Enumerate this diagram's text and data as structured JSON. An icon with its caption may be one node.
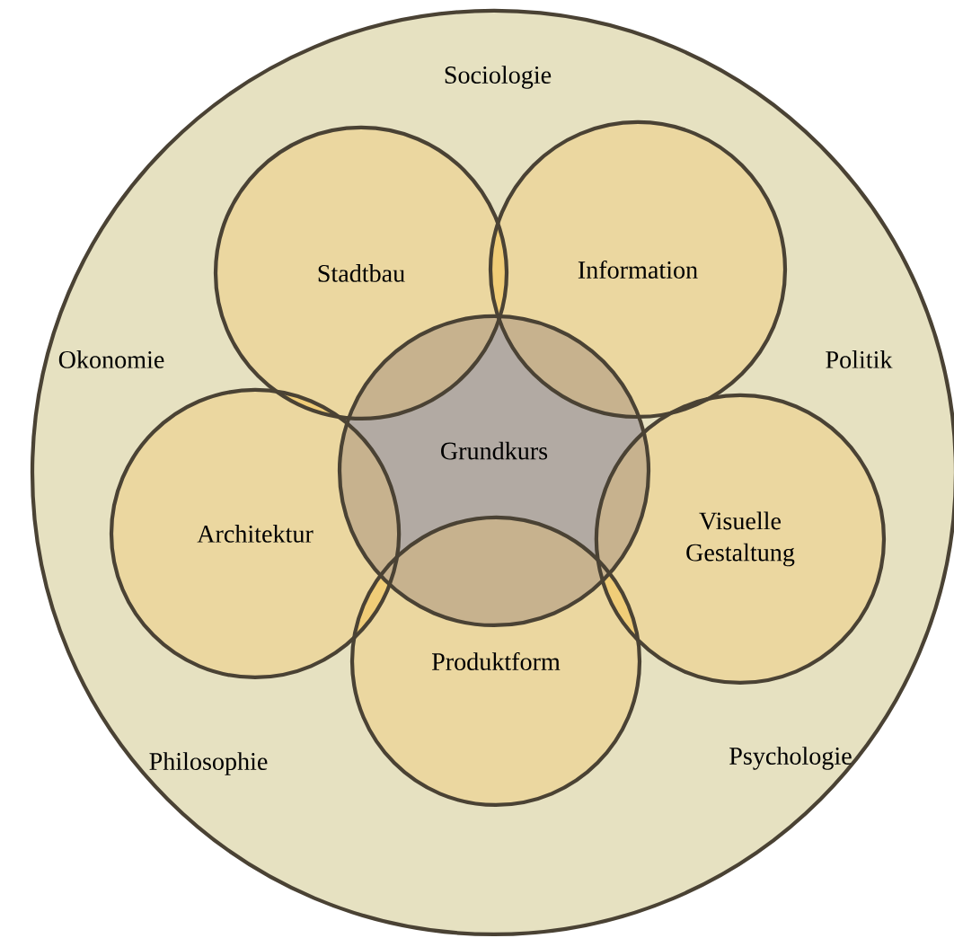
{
  "diagram": {
    "nodes": [
      {
        "text": [
          "Sociologie",
          "Okonomie",
          "Politik",
          "Philosophie",
          "Psychologie"
        ]
      },
      {
        "text": [
          "Stadtbau"
        ],
        "in": 0
      },
      {
        "text": [
          "Information"
        ],
        "in": 0
      },
      {
        "text": [
          "Grundkurs"
        ],
        "in": 0
      },
      {
        "text": [
          "Architektur"
        ],
        "in": 0
      },
      {
        "text": [
          "Visuelle Gestaltung"
        ],
        "in": 0
      },
      {
        "text": [
          "Produktform"
        ],
        "in": 0
      }
    ]
  }
}
